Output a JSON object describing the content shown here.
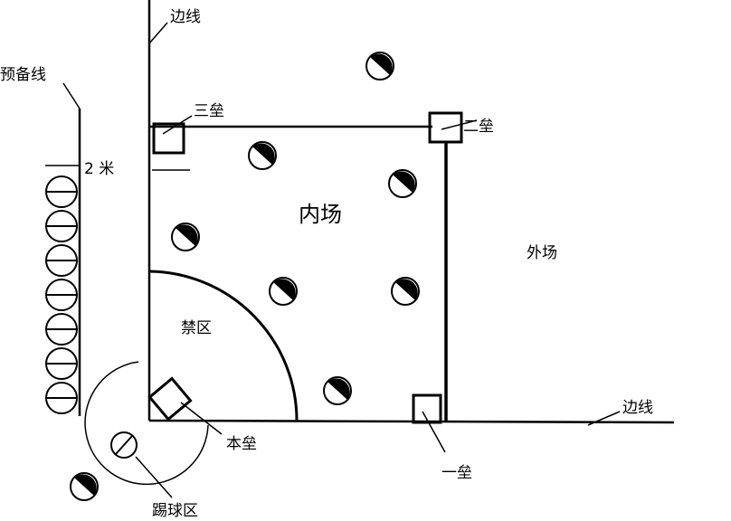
{
  "labels": {
    "sideline_top": "边线",
    "reserve_line": "预备线",
    "third_base": "三垒",
    "second_base": "二垒",
    "two_meters": "2 米",
    "infield": "内场",
    "outfield": "外场",
    "restricted_zone": "禁区",
    "home_base": "本垒",
    "sideline_right": "边线",
    "first_base": "一垒",
    "kick_zone": "踢球区"
  }
}
